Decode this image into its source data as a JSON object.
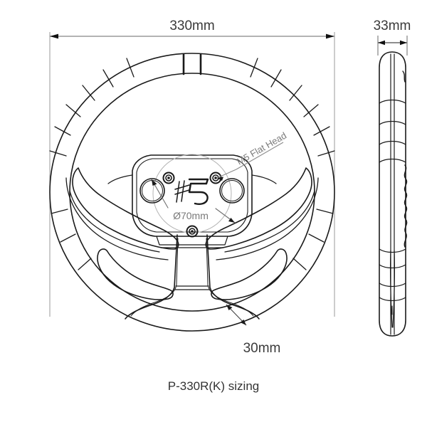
{
  "drawing": {
    "caption": "P-330R(K) sizing",
    "background_color": "#ffffff",
    "line_color": "#1a1a1a",
    "dimension_line_color": "#9a9a9a",
    "dimension_text_color": "#3a3a3a",
    "annotation_text_color": "#7a7a7a"
  },
  "front_view": {
    "name": "steering-wheel-front-view",
    "overall_width": {
      "label": "330mm",
      "description": "overall steering wheel diameter"
    },
    "rim_thickness": {
      "label": "30mm",
      "description": "rim grip thickness"
    },
    "hub": {
      "bolt_circle": {
        "label": "Ø70mm",
        "description": "bolt pattern circle diameter"
      },
      "fastener_callout": {
        "label": "M5 Flat Head",
        "description": "bolt hole fastener type"
      },
      "bolt_hole_count": 3,
      "button_count": 2,
      "logo": "brand-logo"
    }
  },
  "side_view": {
    "name": "steering-wheel-side-view",
    "depth": {
      "label": "33mm",
      "description": "overall dish depth"
    }
  }
}
